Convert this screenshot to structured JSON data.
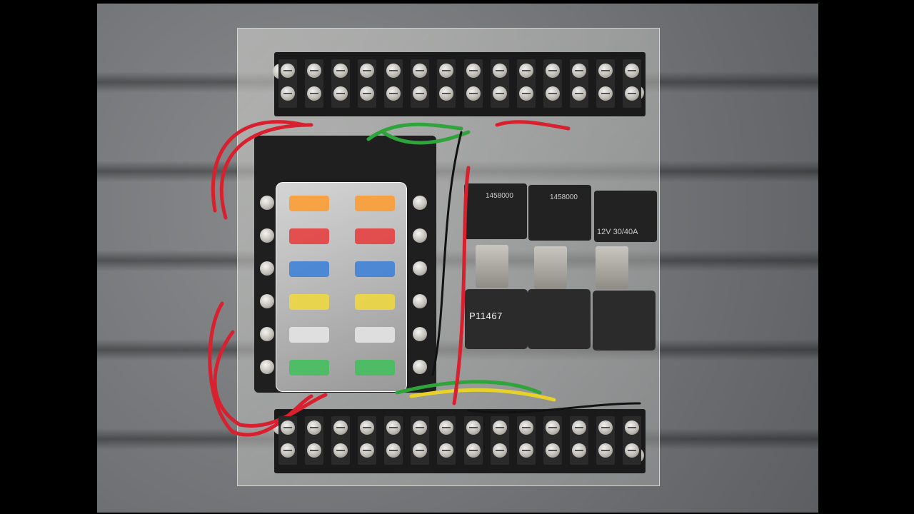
{
  "photo": {
    "relays": {
      "main_relay_label": "P11467",
      "small_relay_code": "1458000",
      "small_relay_rating": "12V 30/40A"
    },
    "colors": {
      "plate": "#c9c9c4",
      "background_mat": "#6f7174",
      "fuse_orange": "#ff9a2e",
      "fuse_red": "#e83a3a",
      "fuse_blue": "#3a7fd9",
      "fuse_yellow": "#f1d93b",
      "fuse_clear": "#e8e8e8",
      "fuse_green": "#3fbf5a",
      "wire_red": "#d8202e",
      "wire_green": "#2fa43a",
      "wire_yellow": "#e6d22a",
      "wire_black": "#111111"
    }
  }
}
